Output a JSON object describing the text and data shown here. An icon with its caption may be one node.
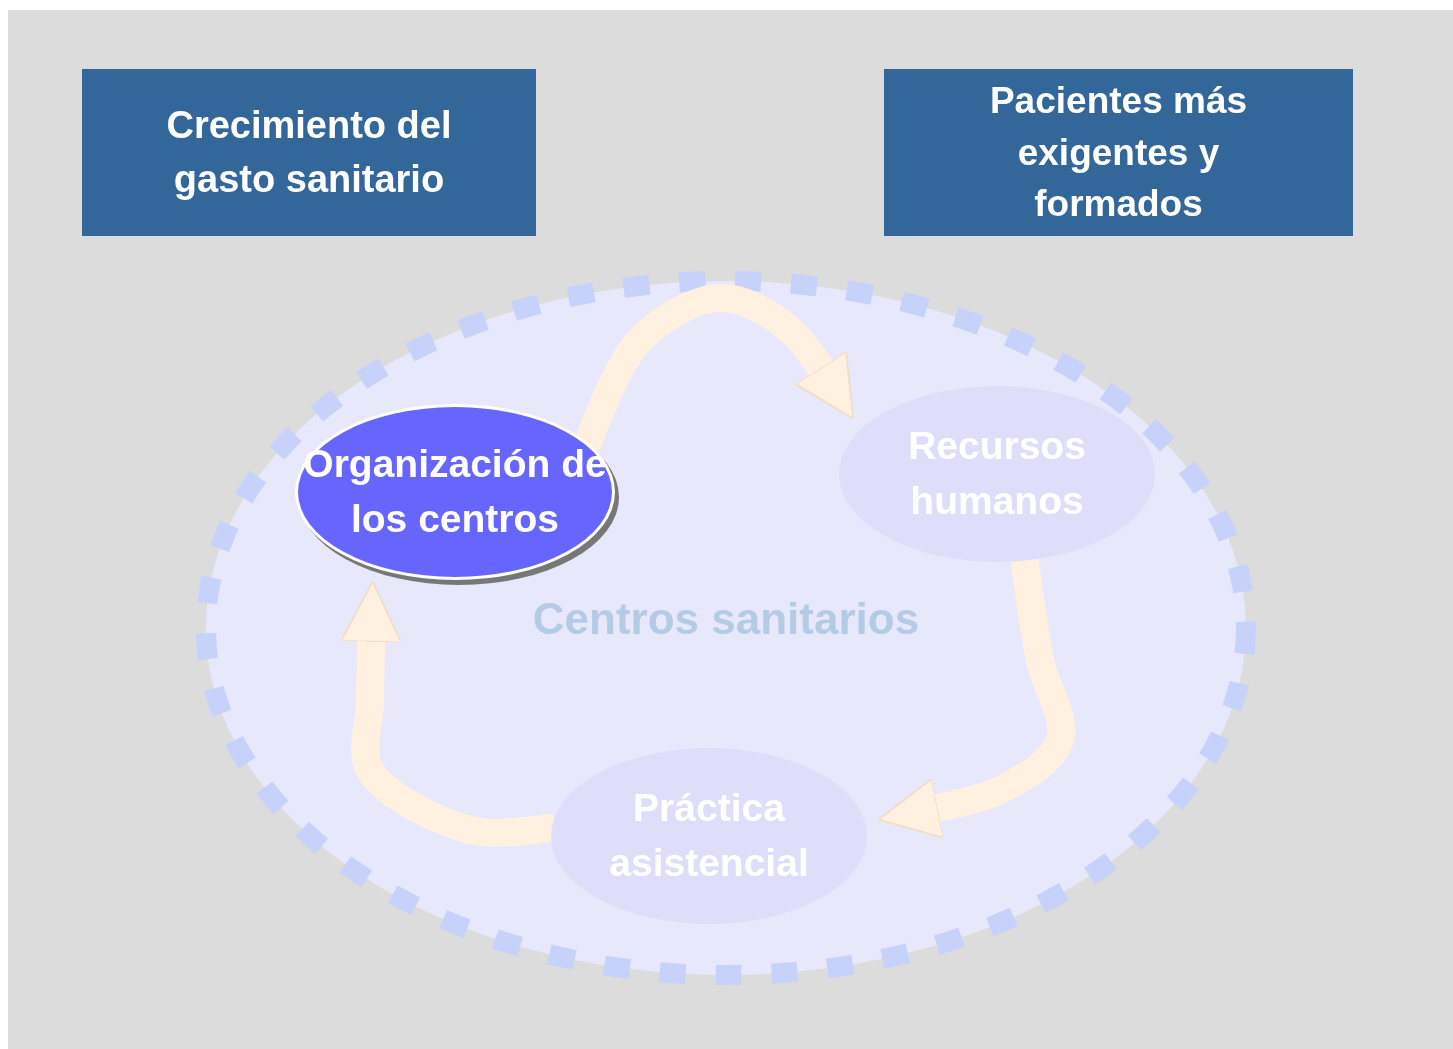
{
  "diagram": {
    "nodes": [
      {
        "text": [
          "Crecimiento del gasto sanitario"
        ]
      },
      {
        "text": [
          "Pacientes más exigentes y formados"
        ]
      },
      {
        "text": [
          "Centros sanitarios"
        ]
      },
      {
        "text": [
          "Organización de los centros"
        ],
        "in": 2
      },
      {
        "text": [
          "Recursos humanos"
        ],
        "in": 2
      },
      {
        "text": [
          "Práctica asistencial"
        ],
        "in": 2
      }
    ],
    "edges": [
      {
        "from": 3,
        "to": 4,
        "arrow": "to"
      },
      {
        "from": 4,
        "to": 5,
        "arrow": "to"
      },
      {
        "from": 5,
        "to": 3,
        "arrow": "to"
      }
    ]
  }
}
